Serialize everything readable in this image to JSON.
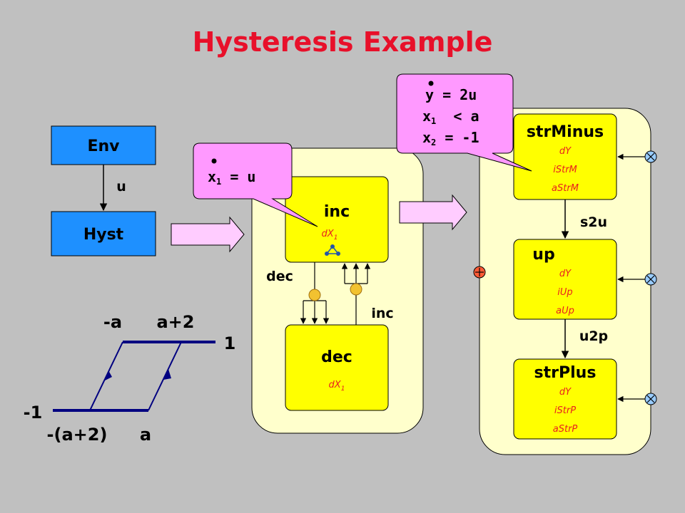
{
  "title": "Hysteresis Example",
  "env": {
    "label": "Env",
    "edge_label": "u"
  },
  "hyst_box": {
    "label": "Hyst"
  },
  "left_region": {
    "inc": {
      "label": "inc",
      "method": "dX",
      "method_sub": "1"
    },
    "dec": {
      "label": "dec",
      "method": "dX",
      "method_sub": "1"
    },
    "edge_dec": "dec",
    "edge_inc": "inc",
    "callout": {
      "var": "x",
      "sub": "1",
      "rest": " = u"
    }
  },
  "right_region": {
    "strMinus": {
      "label": "strMinus",
      "lines": [
        "dY",
        "iStrM",
        "aStrM"
      ]
    },
    "up": {
      "label": "up",
      "lines": [
        "dY",
        "iUp",
        "aUp"
      ]
    },
    "strPlus": {
      "label": "strPlus",
      "lines": [
        "dY",
        "iStrP",
        "aStrP"
      ]
    },
    "edge_s2u": "s2u",
    "edge_u2p": "u2p",
    "callout": {
      "line1": "y = 2u",
      "line2_var": "x",
      "line2_sub": "1",
      "line2_rest": "  < a",
      "line3_var": "x",
      "line3_sub": "2",
      "line3_rest": " = -1"
    }
  },
  "hysteresis_plot": {
    "label_neg_a": "-a",
    "label_a_plus_2": "a+2",
    "label_one": "1",
    "label_neg_one": "-1",
    "label_neg_a_plus_2": "-(a+2)",
    "label_a": "a"
  },
  "colors": {
    "title": "#e8102a",
    "blue_box": "#1e90ff",
    "yellow_box": "#ffff00",
    "region": "#ffffcc",
    "callout": "#ff99ff",
    "arrow_fill": "#ffccff",
    "plot_line": "#000080"
  }
}
